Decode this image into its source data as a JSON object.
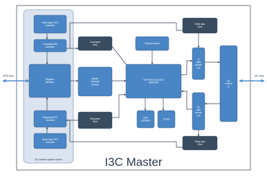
{
  "diagram": {
    "title": "I3C Master",
    "left_bus_label": "APB Bus",
    "right_bus_label": "I3C Bus",
    "register_group_caption": "I3C master register control",
    "blocks": {
      "write_data_fifo_controller": [
        "Write Data FIFO",
        "Controller"
      ],
      "command_fifo_controller": [
        "Command Fifo",
        "controller"
      ],
      "register_interface": [
        "Register",
        "interface"
      ],
      "response_fifo_controller": [
        "ResponseFIFO",
        "controller"
      ],
      "read_data_fifo_controller": [
        "Read Data FIFO",
        "controller"
      ],
      "command_gbuf": [
        "Command",
        "Gbuf"
      ],
      "master_interrupt_handler": [
        "Master",
        "interrupt",
        "handler"
      ],
      "response_gbuf": [
        "Response",
        "Gbuf"
      ],
      "daa_processor": [
        "DAA processor"
      ],
      "command_processor": [
        "Command processor",
        "SDR/HDR"
      ],
      "hdr_controller": [
        "HDR",
        "controller"
      ],
      "timers": [
        "Timers"
      ],
      "write_data_gbuf": [
        "Write data",
        "Gbuf"
      ],
      "tx_data_convert_unit": [
        "Tx",
        "data",
        "convert",
        "unit"
      ],
      "rx_data_convert_unit": [
        "Rx",
        "data",
        "convert",
        "unit"
      ],
      "i3c_controller": [
        "I3c",
        "controll",
        "er"
      ],
      "read_data_gbuf": [
        "Read data",
        "Gbuf"
      ]
    }
  }
}
